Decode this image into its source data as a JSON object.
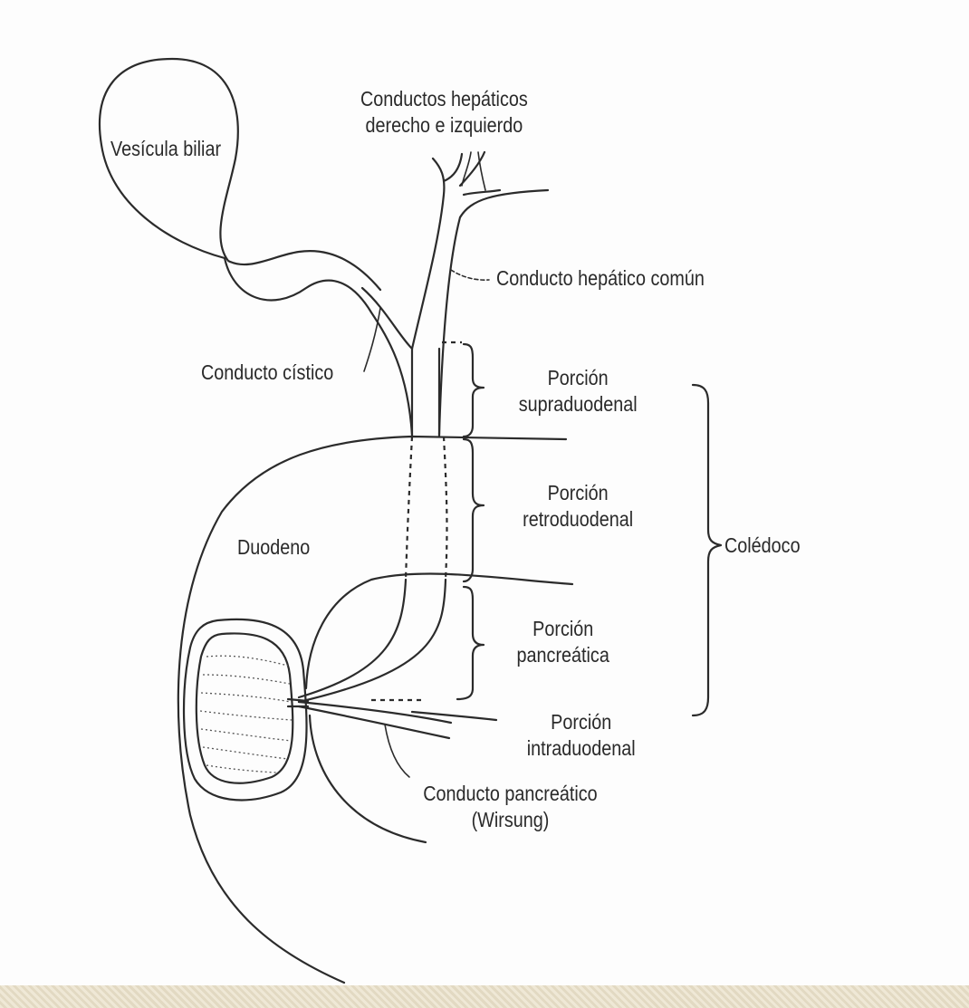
{
  "labels": {
    "vesicula": "Vesícula biliar",
    "hepaticos_line1": "Conductos hepáticos",
    "hepaticos_line2": "derecho e izquierdo",
    "hepatico_comun": "Conducto hepático común",
    "cistico": "Conducto cístico",
    "supra_line1": "Porción",
    "supra_line2": "supraduodenal",
    "retro_line1": "Porción",
    "retro_line2": "retroduodenal",
    "pancreatica_line1": "Porción",
    "pancreatica_line2": "pancreática",
    "intra_line1": "Porción",
    "intra_line2": "intraduodenal",
    "coledoco": "Colédoco",
    "duodeno": "Duodeno",
    "wirsung_line1": "Conducto pancreático",
    "wirsung_line2": "(Wirsung)"
  }
}
